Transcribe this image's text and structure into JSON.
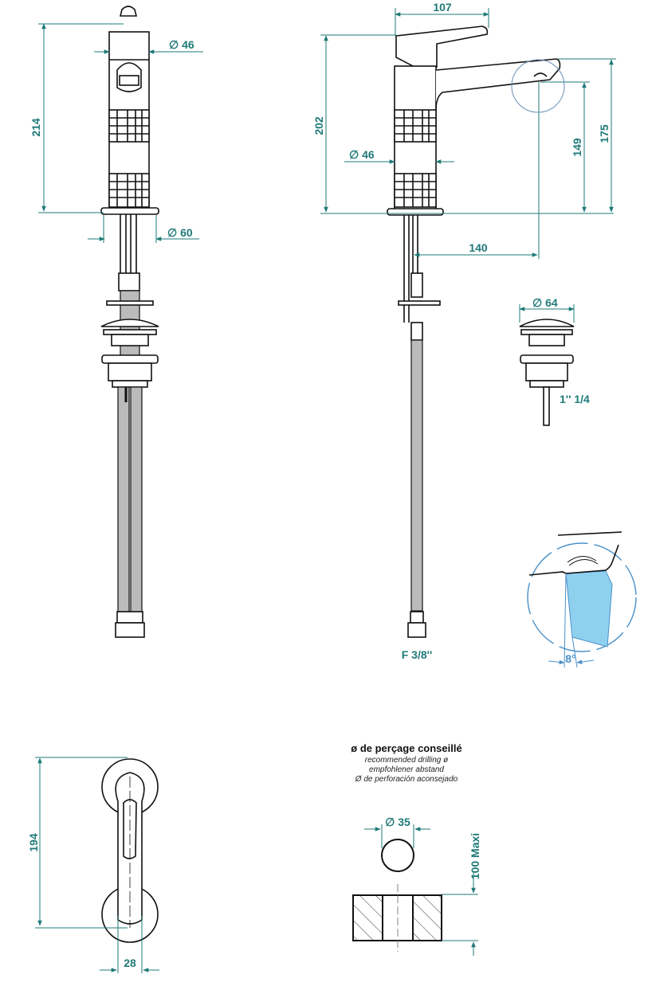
{
  "colors": {
    "dimension": "#1f7a78",
    "outline": "#111111",
    "hose": "#b8b8b8",
    "water": "#8fd0ef",
    "detail_circle": "#4a90c8"
  },
  "front_view": {
    "height_label": "214",
    "body_diameter_label": "∅ 46",
    "base_diameter_label": "∅ 60"
  },
  "side_view": {
    "lever_width_label": "107",
    "height_label": "202",
    "body_diameter_label": "∅ 46",
    "spout_reach_label": "140",
    "outlet_height_label": "149",
    "spout_top_height_label": "175",
    "hose_connection_label": "F 3/8''"
  },
  "waste_valve": {
    "diameter_label": "∅ 64",
    "thread_label": "1'' 1/4"
  },
  "detail": {
    "angle_label": "8°"
  },
  "top_view": {
    "length_label": "194",
    "width_label": "28"
  },
  "drilling": {
    "title": "ø de perçage conseillé",
    "subtitle_en": "recommended drilling ø",
    "subtitle_de": "empfohlener abstand",
    "subtitle_es": "Ø de perforación aconsejado",
    "hole_diameter_label": "∅ 35",
    "max_thickness_label": "100 Maxi"
  }
}
